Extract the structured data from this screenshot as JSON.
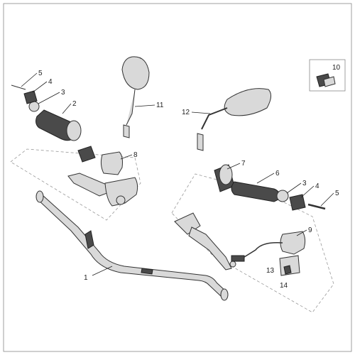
{
  "diagram": {
    "callouts": [
      "1",
      "2",
      "3",
      "4",
      "5",
      "6",
      "7",
      "8",
      "9",
      "10",
      "11",
      "12",
      "13",
      "14"
    ],
    "right_callouts": [
      "3",
      "4",
      "5"
    ]
  }
}
